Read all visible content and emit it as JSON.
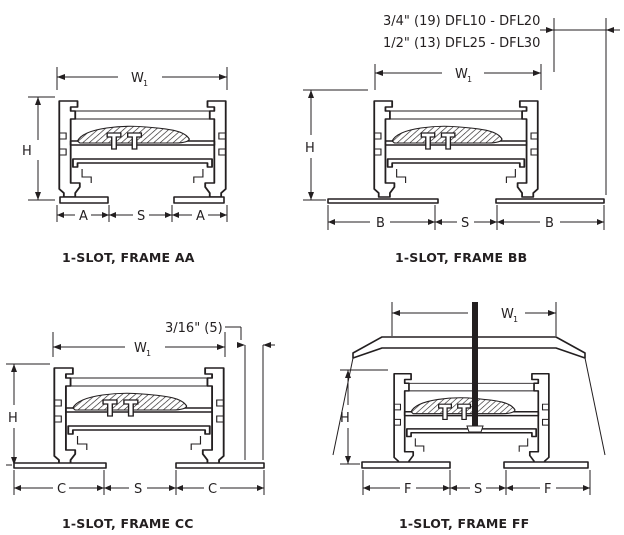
{
  "panels": [
    {
      "caption": "1-SLOT, FRAME AA",
      "width_label": "W",
      "width_sub": "1",
      "height_label": "H",
      "side_label_left": "A",
      "center_label": "S",
      "side_label_right": "A"
    },
    {
      "caption": "1-SLOT, FRAME BB",
      "width_label": "W",
      "width_sub": "1",
      "height_label": "H",
      "side_label_left": "B",
      "center_label": "S",
      "side_label_right": "B",
      "notes": [
        "3/4\" (19) DFL10 - DFL20",
        "1/2\" (13) DFL25 - DFL30"
      ]
    },
    {
      "caption": "1-SLOT, FRAME CC",
      "width_label": "W",
      "width_sub": "1",
      "height_label": "H",
      "side_label_left": "C",
      "center_label": "S",
      "side_label_right": "C",
      "notes": [
        "3/16\" (5)"
      ]
    },
    {
      "caption": "1-SLOT, FRAME FF",
      "width_label": "W",
      "width_sub": "1",
      "height_label": "H",
      "side_label_left": "F",
      "center_label": "S",
      "side_label_right": "F"
    }
  ]
}
